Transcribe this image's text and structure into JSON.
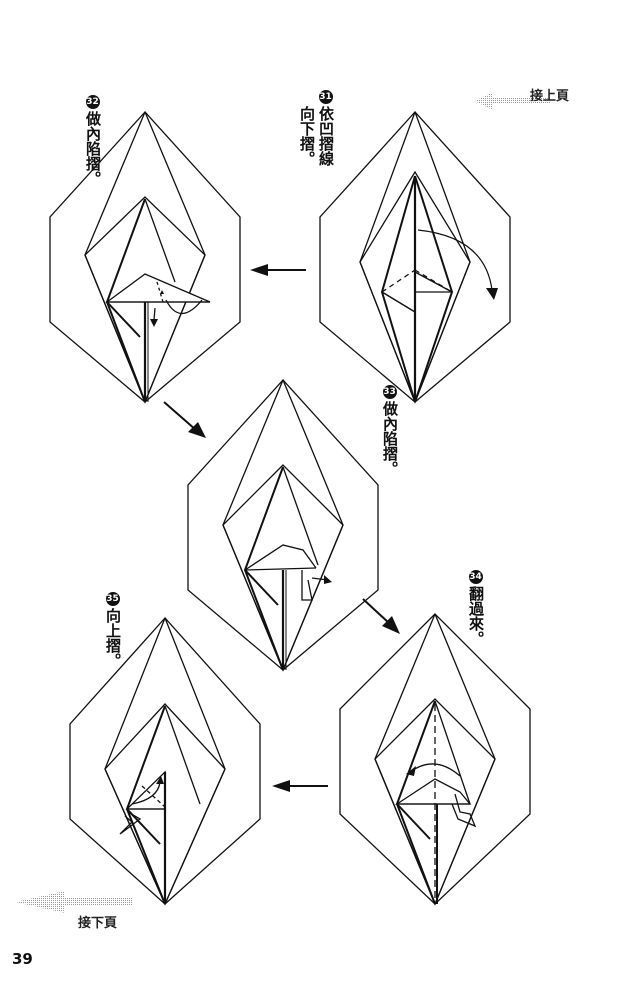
{
  "navigation": {
    "prev_page_label": "接上頁",
    "next_page_label": "接下頁"
  },
  "page_number": "39",
  "steps": [
    {
      "number": "31",
      "lines": [
        "依凹摺線",
        "向下摺",
        "。"
      ],
      "col1": "依凹摺線",
      "col2": "向下摺。"
    },
    {
      "number": "32",
      "lines": [
        "做內陷摺",
        "。"
      ],
      "col1": "做內陷摺。"
    },
    {
      "number": "33",
      "lines": [
        "做內陷摺",
        "。"
      ],
      "col1": "做內陷摺。"
    },
    {
      "number": "34",
      "lines": [
        "翻過來",
        "。"
      ],
      "col1": "翻過來。"
    },
    {
      "number": "35",
      "lines": [
        "向上摺",
        "。"
      ],
      "col1": "向上摺。"
    }
  ],
  "flow_arrows": [
    {
      "from": "31",
      "to": "32",
      "direction": "left"
    },
    {
      "from": "32",
      "to": "33",
      "direction": "down-right"
    },
    {
      "from": "33",
      "to": "34",
      "direction": "down-right"
    },
    {
      "from": "34",
      "to": "35",
      "direction": "left"
    }
  ],
  "colors": {
    "ink": "#111111",
    "paper": "#ffffff",
    "nav_arrow": "#c8c8c8"
  }
}
